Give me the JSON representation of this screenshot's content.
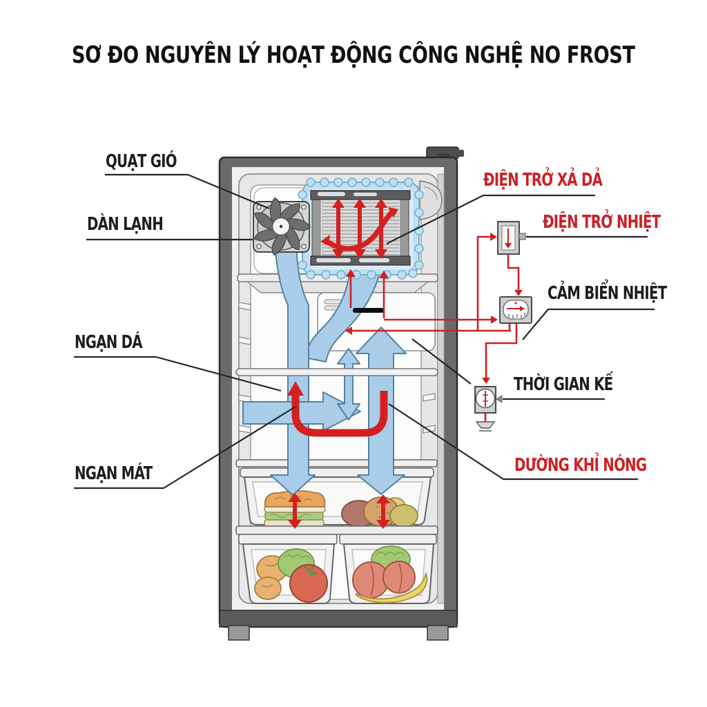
{
  "title": "SƠ ĐO NGUYÊN LÝ HOẠT ĐỘNG CÔNG NGHỆ NO FROST",
  "labels": {
    "quat_gio": "QUẠT GIÓ",
    "dan_lanh": "DÀN LẠNH",
    "ngan_da": "NGẠN DÁ",
    "ngan_mat": "NGẠN MÁT",
    "dien_tro_xa_da": "ĐIỆN TRỞ XẢ DẢ",
    "dien_tro_nhiet": "ĐIỆN TRỞ NHIỆT",
    "cam_bien_nhiet": "CẢM BIỂN NHIỆT",
    "thoi_gian_ke": "THỜI GIAN KẾ",
    "duong_khi_nong": "DƯỜNG KHỈ NÓNG"
  },
  "colors": {
    "label_red": "#cc2026",
    "label_black": "#1d1d1d",
    "arrow_red": "#d42020",
    "wire_red": "#d01f1f",
    "duct_blue": "#a9cde9",
    "ice_blue": "#bfe0f1",
    "frame_gray": "#6a6a6a"
  }
}
